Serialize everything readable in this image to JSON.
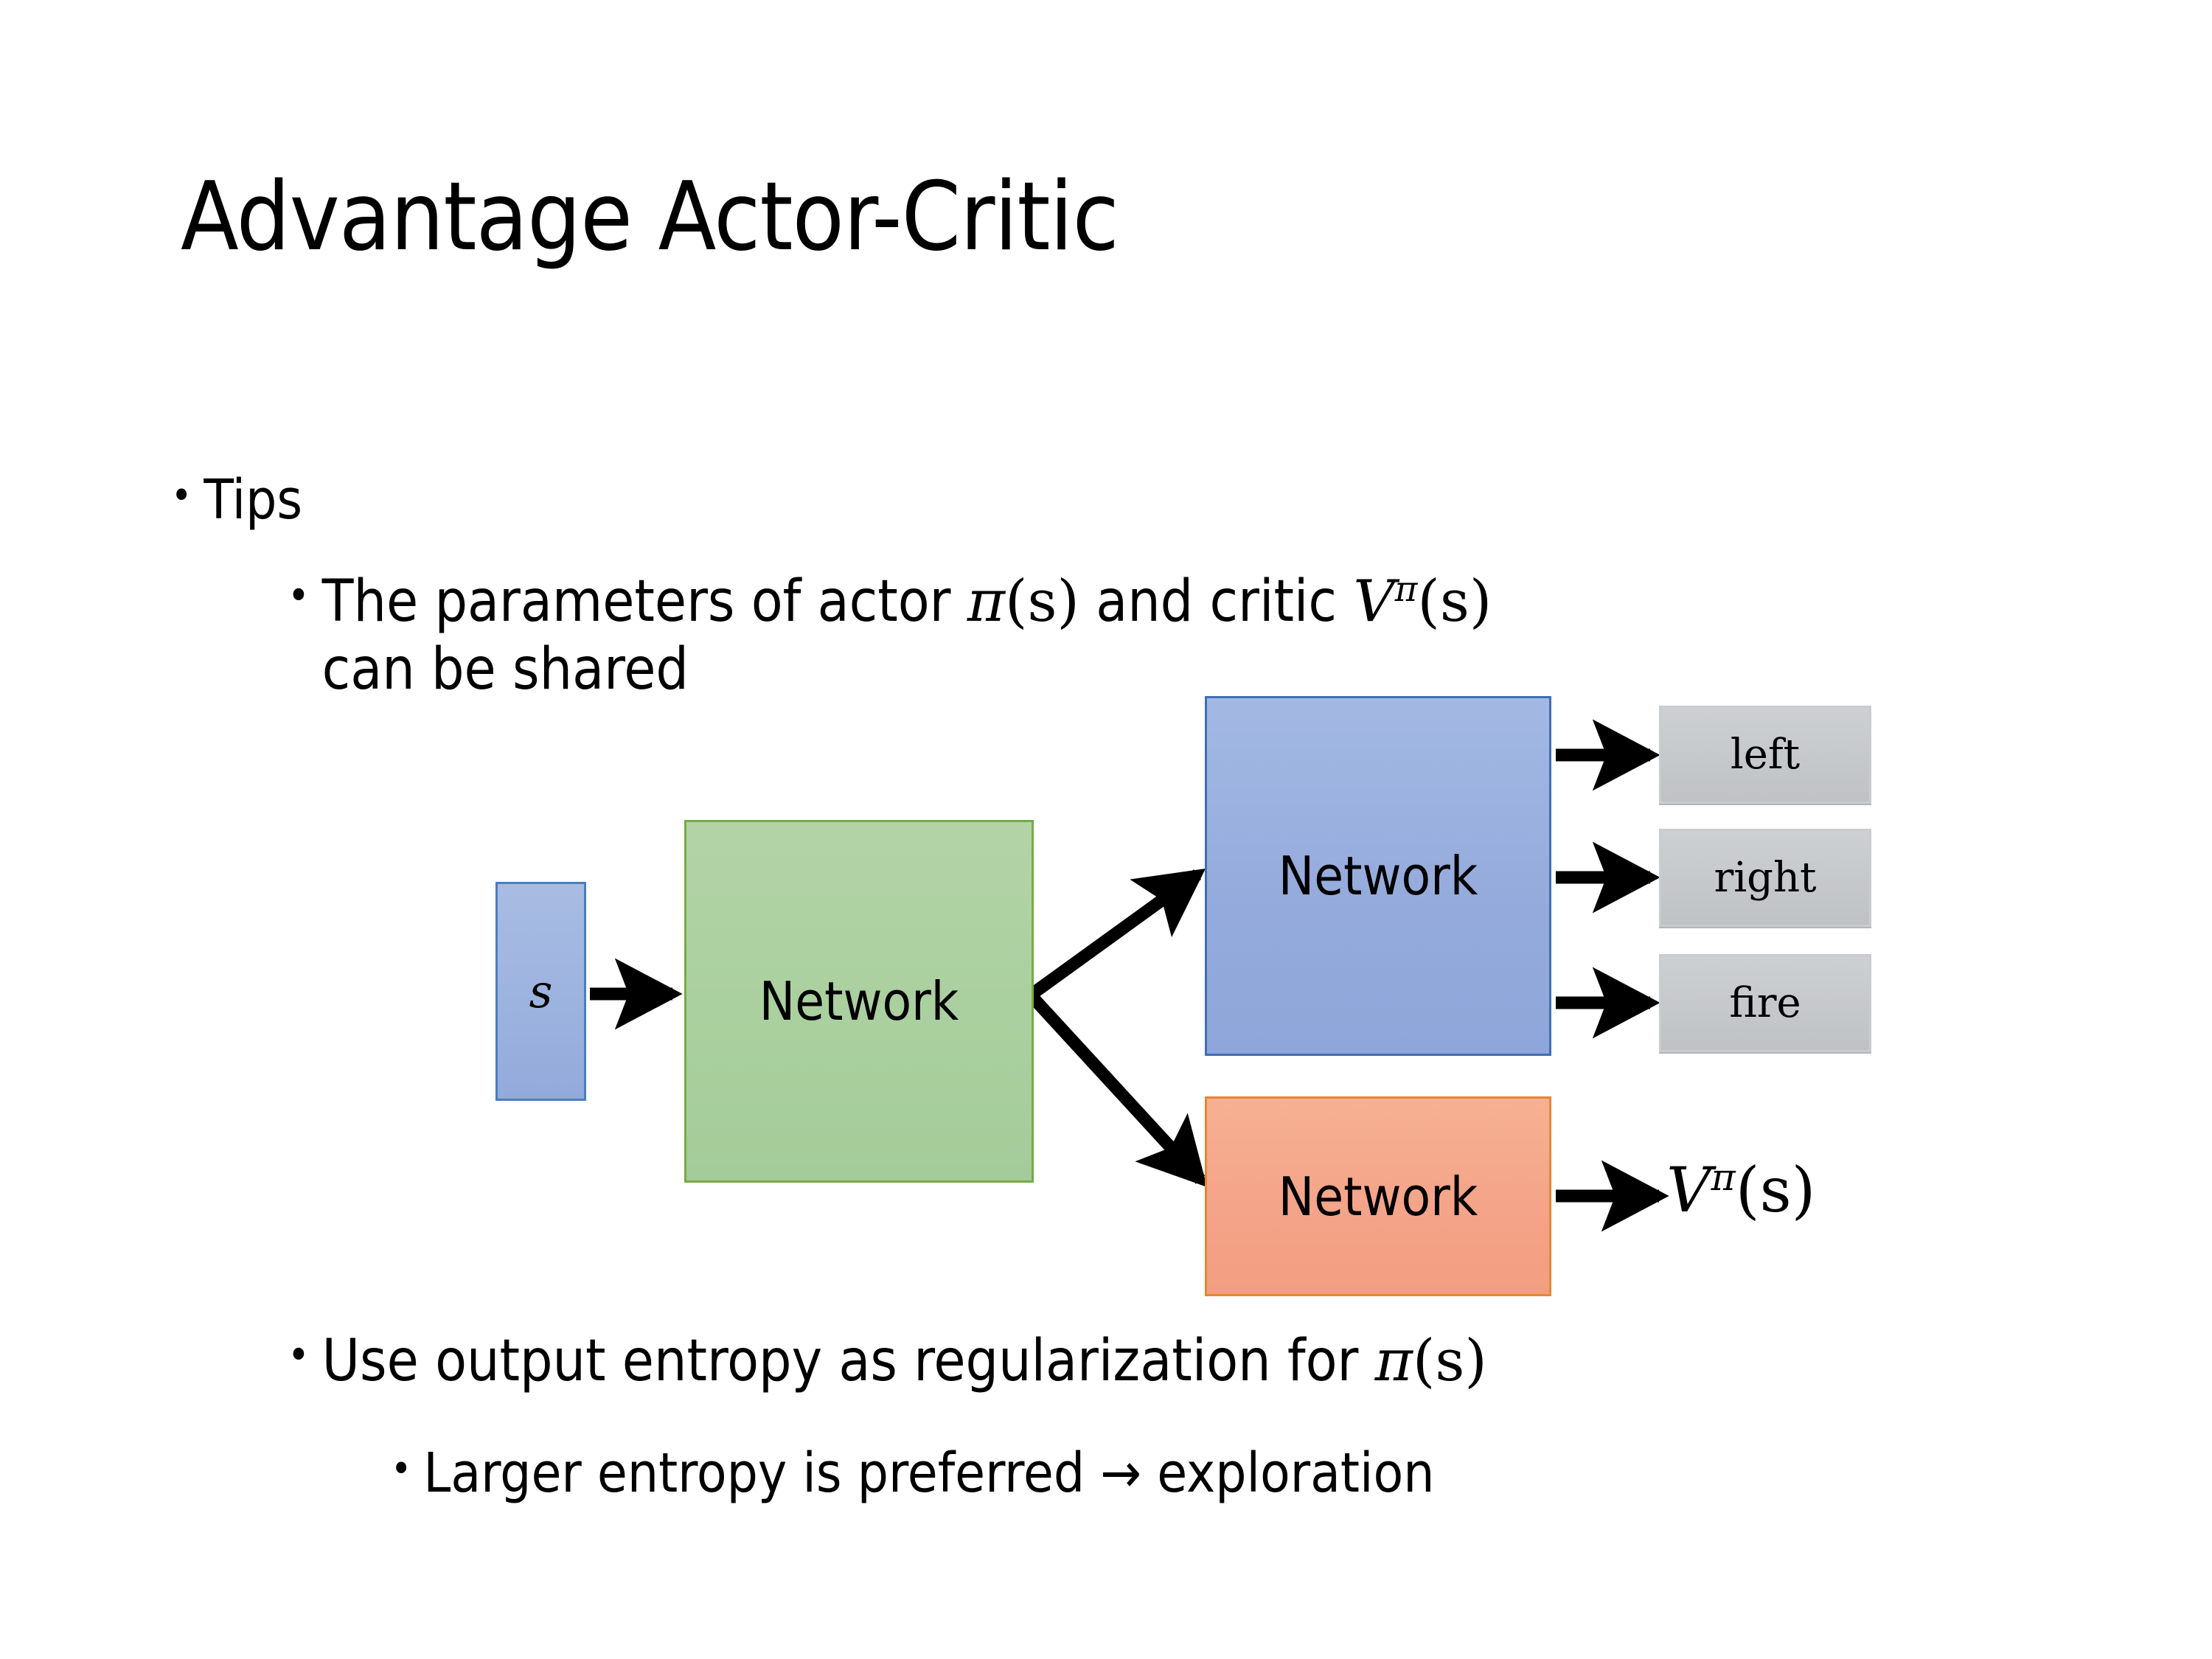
{
  "slide": {
    "title": "Advantage Actor-Critic",
    "background_color": "#ffffff"
  },
  "bullets": {
    "tips": {
      "marker": "•",
      "text": "Tips"
    },
    "shared": {
      "marker": "•",
      "line1_prefix": "The parameters of actor ",
      "actor_symbol": "π",
      "actor_arg": "(s)",
      "line1_mid": "  and critic ",
      "critic_symbol": "V",
      "critic_superscript": "π",
      "critic_arg": "(s)",
      "line2": "can be shared",
      "full_text": "The parameters of actor π(s)  and critic Vπ(s) can be shared"
    },
    "entropy": {
      "marker": "•",
      "prefix": "Use output entropy as regularization for ",
      "policy_symbol": "π",
      "policy_arg": "(s)",
      "full_text": "Use output entropy as regularization for π(s)"
    },
    "larger": {
      "marker": "•",
      "text": "Larger entropy is preferred → exploration"
    }
  },
  "diagram": {
    "state_box": {
      "label": "s",
      "fill": "#95abdc",
      "border": "#4a7ebb"
    },
    "shared_network": {
      "label": "Network",
      "fill": "#a9cf9e",
      "border": "#75ab48"
    },
    "actor_network": {
      "label": "Network",
      "fill": "#95abdc",
      "border": "#3f6fb5"
    },
    "critic_network": {
      "label": "Network",
      "fill": "#f4a489",
      "border": "#e8872e"
    },
    "actions": [
      {
        "label": "left",
        "fill": "#c6c9cc"
      },
      {
        "label": "right",
        "fill": "#c6c9cc"
      },
      {
        "label": "fire",
        "fill": "#c6c9cc"
      }
    ],
    "value_output": {
      "symbol": "V",
      "superscript": "π",
      "arg": "(s)",
      "full_text": "Vπ(s)"
    },
    "arrow_color": "#000000"
  }
}
